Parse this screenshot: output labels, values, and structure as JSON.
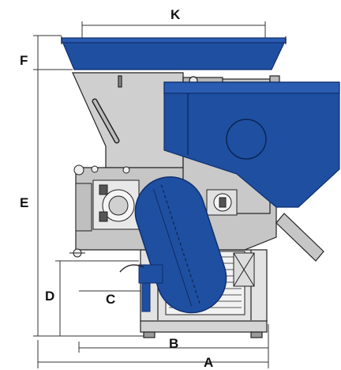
{
  "dimensions": {
    "K": "K",
    "F": "F",
    "E": "E",
    "D": "D",
    "C": "C",
    "B": "B",
    "A": "A"
  },
  "colors": {
    "machine_blue": "#1f4fa0",
    "machine_blue_dark": "#0f2f6e",
    "steel_gray": "#c9c9c9",
    "steel_gray_dark": "#8a8a8a",
    "outline": "#222222",
    "dim_line": "#333333"
  }
}
